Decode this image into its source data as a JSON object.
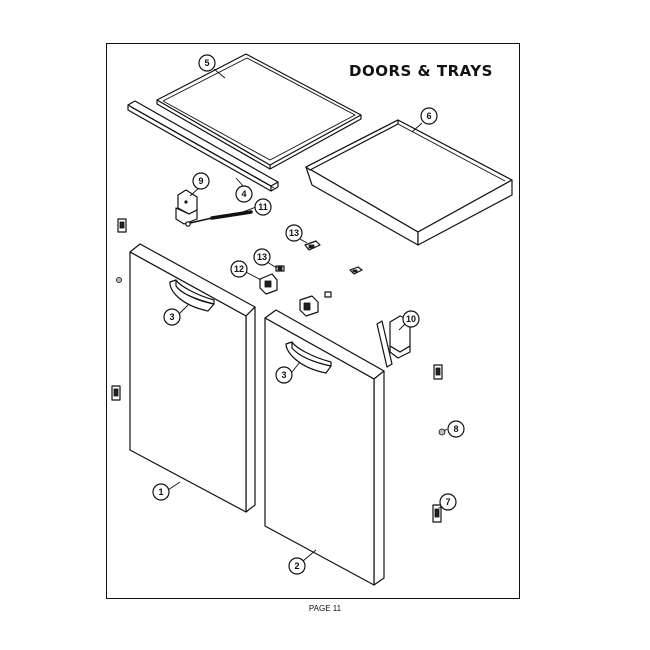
{
  "diagram": {
    "title": "DOORS & TRAYS",
    "footer": "PAGE 11",
    "callouts": [
      "5",
      "6",
      "9",
      "4",
      "11",
      "13",
      "13",
      "12",
      "3",
      "3",
      "10",
      "8",
      "7",
      "1",
      "2"
    ]
  }
}
